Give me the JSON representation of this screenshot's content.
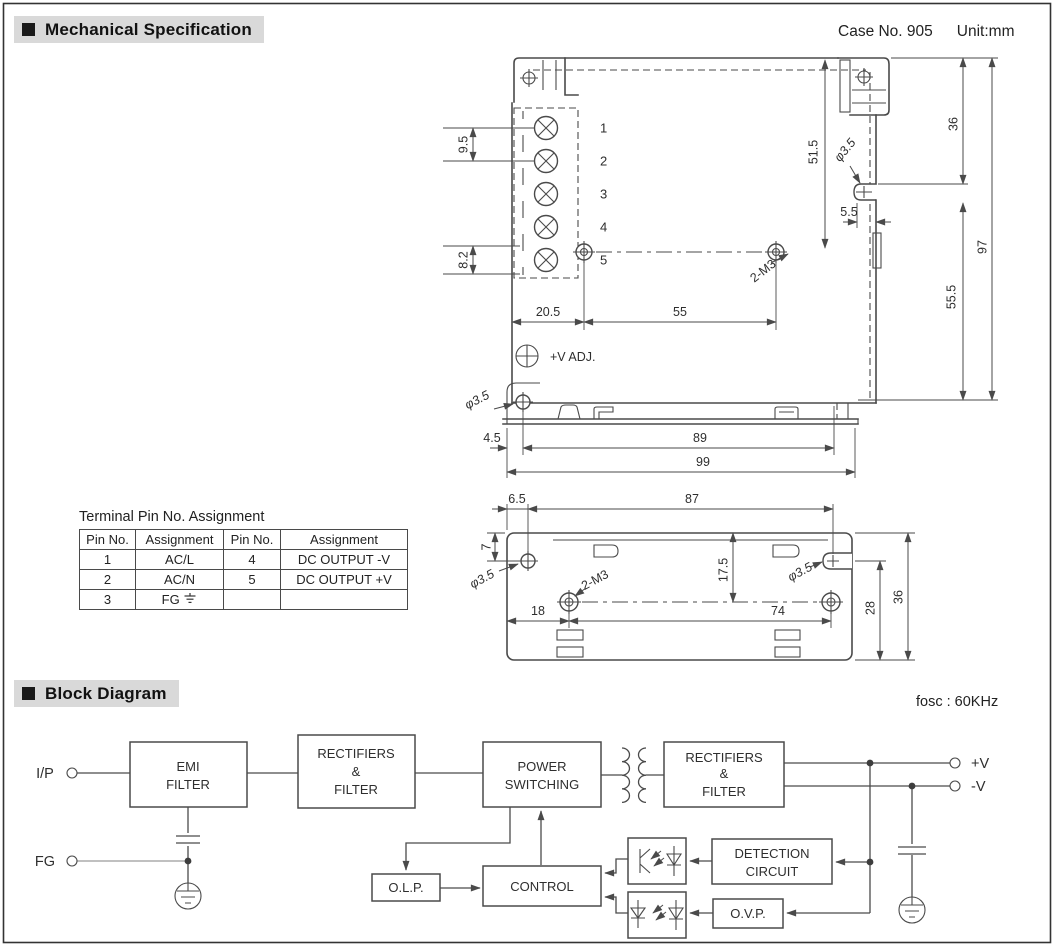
{
  "header": {
    "mech_title": "Mechanical Specification",
    "case_no": "Case No. 905",
    "unit": "Unit:mm",
    "block_title": "Block Diagram",
    "fosc": "fosc : 60KHz"
  },
  "front_view": {
    "pins": [
      "1",
      "2",
      "3",
      "4",
      "5"
    ],
    "vadj_label": "+V ADJ.",
    "dims": {
      "pin_pitch": "9.5",
      "pin_bottom": "8.2",
      "hole_left": "20.5",
      "hole_span": "55",
      "top_to_hole": "51.5",
      "side_hole_dia": "φ3.5",
      "side_offset": "5.5",
      "top_section": "36",
      "total_height": "97",
      "bottom_section": "55.5",
      "mount_holes": "2-M3",
      "base_hole_dia": "φ3.5",
      "base_offset": "4.5",
      "base_span": "89",
      "total_width": "99"
    }
  },
  "bottom_view": {
    "dims": {
      "corner_offset": "6.5",
      "hole_span_top": "87",
      "edge_to_hole": "7",
      "hole_dia_left": "φ3.5",
      "mount_holes": "2-M3",
      "center_offset": "17.5",
      "hole_dia_right": "φ3.5",
      "left_to_hole": "18",
      "hole_span": "74",
      "hole_to_edge": "28",
      "depth": "36"
    }
  },
  "pin_table": {
    "title": "Terminal Pin No. Assignment",
    "headers": [
      "Pin No.",
      "Assignment",
      "Pin No.",
      "Assignment"
    ],
    "rows": [
      [
        "1",
        "AC/L",
        "4",
        "DC OUTPUT -V"
      ],
      [
        "2",
        "AC/N",
        "5",
        "DC OUTPUT +V"
      ],
      [
        "3",
        "FG",
        "",
        ""
      ]
    ]
  },
  "block_diagram": {
    "input_label": "I/P",
    "fg_label": "FG",
    "pos_output": "+V",
    "neg_output": "-V",
    "boxes": {
      "emi": [
        "EMI",
        "FILTER"
      ],
      "rectifier_in": [
        "RECTIFIERS",
        "&",
        "FILTER"
      ],
      "power_switching": [
        "POWER",
        "SWITCHING"
      ],
      "rectifier_out": [
        "RECTIFIERS",
        "&",
        "FILTER"
      ],
      "control": "CONTROL",
      "olp": "O.L.P.",
      "detection": [
        "DETECTION",
        "CIRCUIT"
      ],
      "ovp": "O.V.P."
    }
  },
  "colors": {
    "header_bg": "#d9d9d9",
    "line": "#4a4a4a",
    "text": "#262626"
  }
}
